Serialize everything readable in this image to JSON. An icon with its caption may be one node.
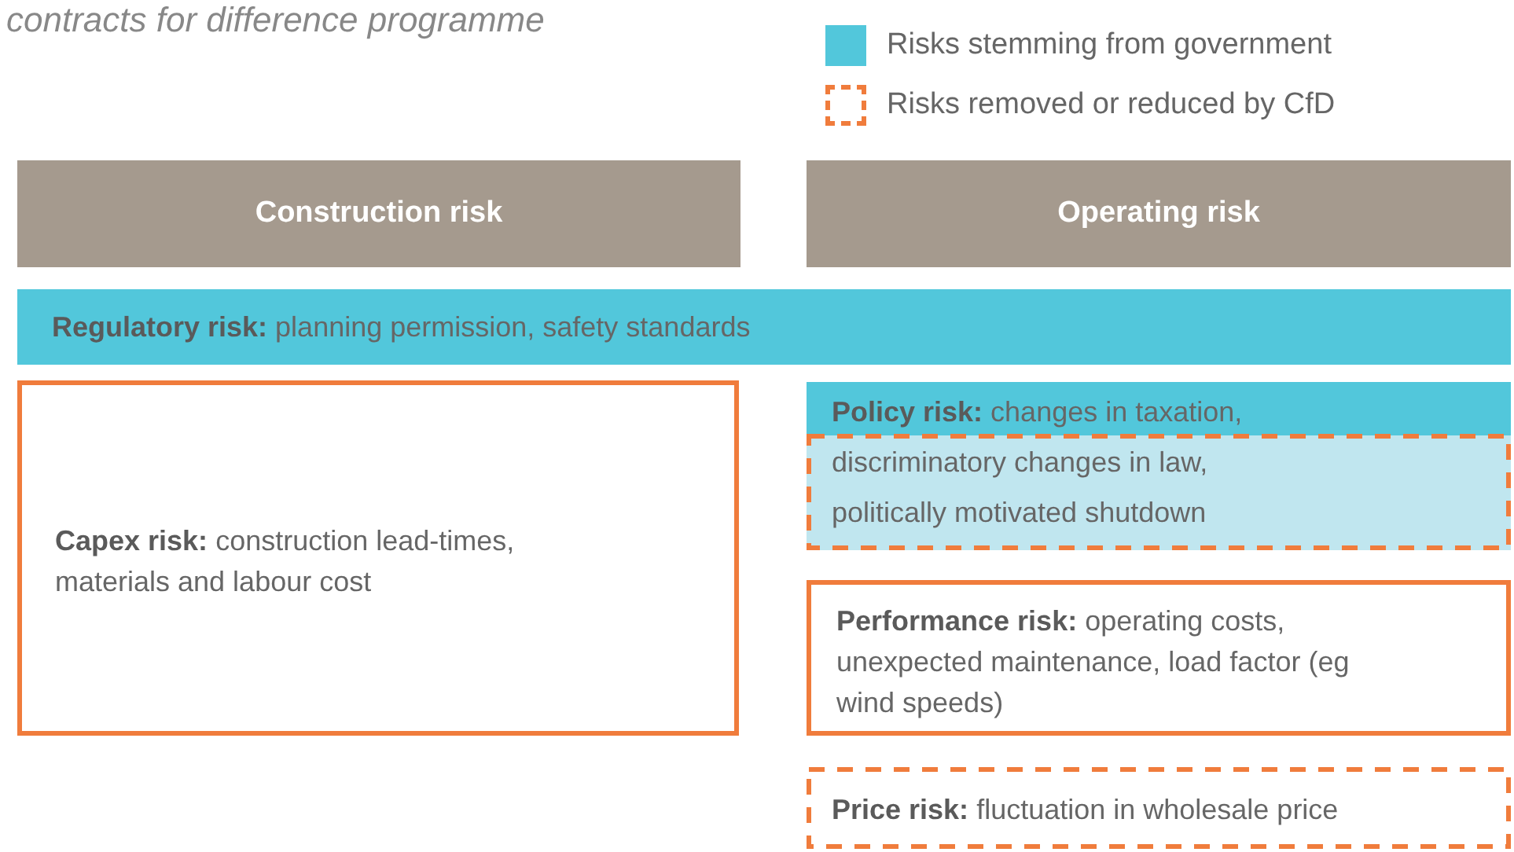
{
  "diagram": {
    "title": "contracts for difference programme",
    "nodes": [
      {
        "text": [
          "Construction risk"
        ]
      },
      {
        "text": [
          "Operating risk"
        ]
      },
      {
        "text": [
          "**Regulatory risk:** planning permission, safety standards"
        ]
      },
      {
        "text": [
          "**Capex risk:** construction lead-times, materials and labour cost"
        ]
      },
      {
        "text": [
          "**Policy risk:** changes in taxation, discriminatory changes in law, politically motivated shutdown"
        ]
      },
      {
        "text": [
          "**Performance risk:** operating costs, unexpected maintenance, load factor (eg wind speeds)"
        ]
      },
      {
        "text": [
          "**Price risk:** fluctuation in wholesale price"
        ]
      }
    ],
    "legend": [
      {
        "text": "Risks stemming from government",
        "color": "#52c7db"
      },
      {
        "text": "Risks removed or reduced by CfD"
      }
    ]
  }
}
